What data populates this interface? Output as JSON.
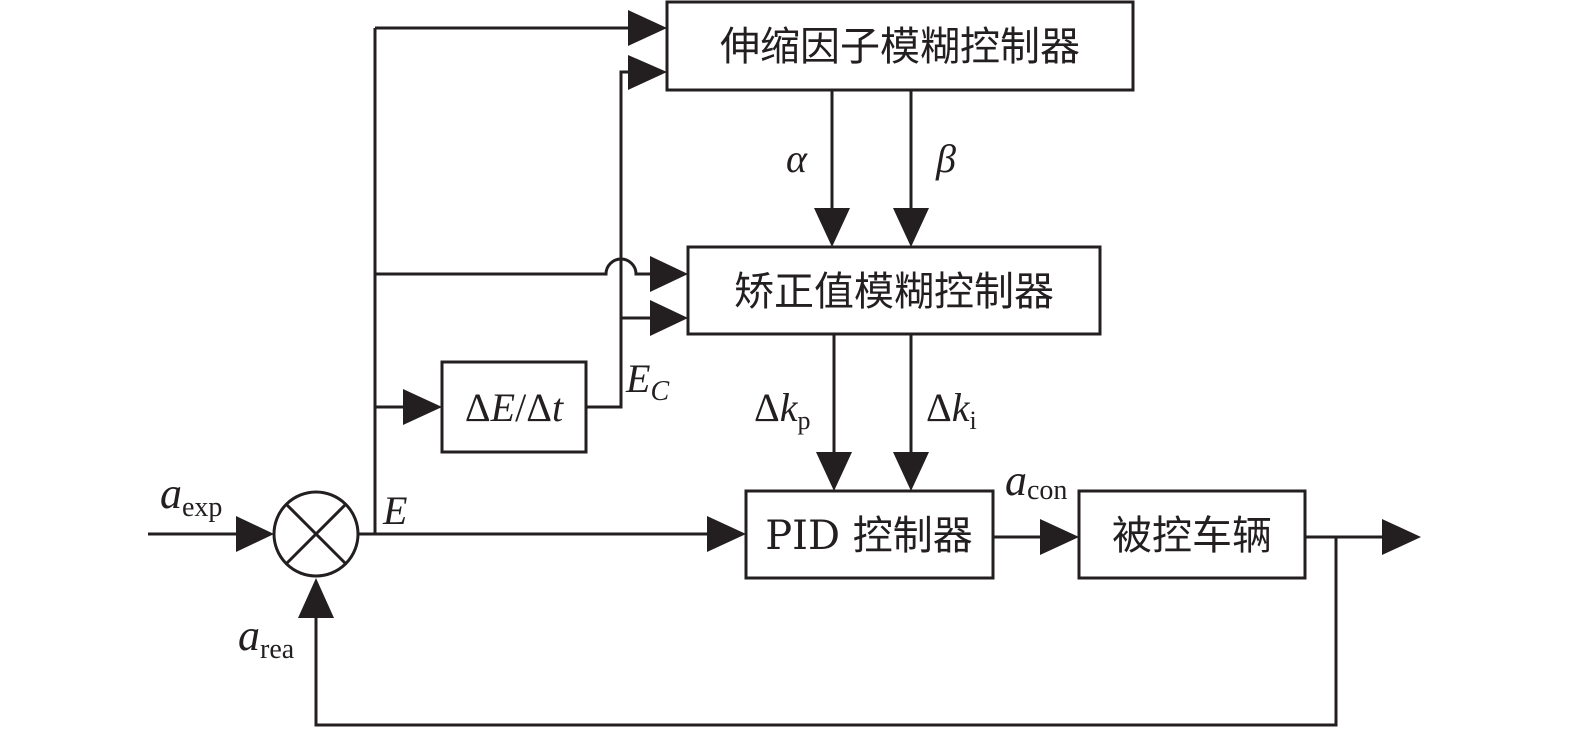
{
  "diagram": {
    "type": "block-diagram",
    "title": "Fuzzy adaptive PID control structure",
    "blocks": {
      "scaling_factor_fuzzy": {
        "label": "伸缩因子模糊控制器"
      },
      "correction_fuzzy": {
        "label": "矫正值模糊控制器"
      },
      "derivative": {
        "label_delta1": "Δ",
        "label_E": "E",
        "label_slash": "/",
        "label_delta2": "Δ",
        "label_t": "t"
      },
      "pid": {
        "label": "PID 控制器"
      },
      "plant": {
        "label": "被控车辆"
      }
    },
    "signals": {
      "a_exp": {
        "base": "a",
        "sub": "exp"
      },
      "a_rea": {
        "base": "a",
        "sub": "rea"
      },
      "a_con": {
        "base": "a",
        "sub": "con"
      },
      "E": {
        "base": "E"
      },
      "E_c": {
        "base": "E",
        "sub": "C"
      },
      "alpha": {
        "base": "α"
      },
      "beta": {
        "base": "β"
      },
      "delta_kp": {
        "delta": "Δ",
        "base": "k",
        "sub": "p"
      },
      "delta_ki": {
        "delta": "Δ",
        "base": "k",
        "sub": "i"
      }
    },
    "colors": {
      "line": "#231f20",
      "background": "#ffffff"
    }
  }
}
